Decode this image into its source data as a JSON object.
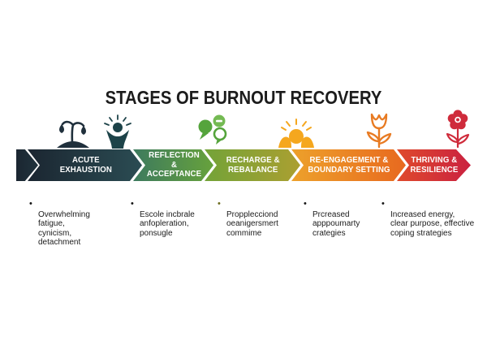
{
  "title": "STAGES OF BURNOUT RECOVERY",
  "stages": [
    {
      "label": [
        "ACUTE",
        "EXHAUSTION"
      ],
      "color_from": "#1b2631",
      "color_to": "#2b4c53",
      "bullet_lines": [
        "Overwhelming",
        "fatigue,",
        "cynicism,",
        "detachment"
      ],
      "bullet_marker_color": "#151515"
    },
    {
      "label": [
        "REFLECTION &",
        "ACCEPTANCE"
      ],
      "color_from": "#3d7a5e",
      "color_to": "#67a23c",
      "bullet_lines": [
        "Escole incbrale",
        "anfopleration,",
        "ponsugle"
      ],
      "bullet_marker_color": "#151515"
    },
    {
      "label": [
        "RECHARGE &",
        "REBALANCE"
      ],
      "color_from": "#73a338",
      "color_to": "#ab9f31",
      "bullet_lines": [
        "Propplecciond",
        "oeanigersmert",
        "commime"
      ],
      "bullet_marker_color": "#6c6c1e"
    },
    {
      "label": [
        "RE-ENGAGEMENT &",
        "BOUNDARY SETTING"
      ],
      "color_from": "#eda12b",
      "color_to": "#e8691f",
      "bullet_lines": [
        "Prcreased",
        "apppoumarty",
        "crategies"
      ],
      "bullet_marker_color": "#151515"
    },
    {
      "label": [
        "THRIVING &",
        "RESILIENCE"
      ],
      "color_from": "#df4a2c",
      "color_to": "#ca2140",
      "bullet_lines": [
        "Increased energy,",
        "clear purpose, effective",
        "coping strategies"
      ],
      "bullet_marker_color": "#151515"
    }
  ],
  "icons": [
    {
      "name": "wilted-plant-icon",
      "color": "#20303c"
    },
    {
      "name": "hands-lightbulb-icon",
      "color": "#1d4349"
    },
    {
      "name": "growth-bubbles-icon",
      "color": "#55a43c"
    },
    {
      "name": "sunrise-icon",
      "color": "#f5a71e"
    },
    {
      "name": "tulip-icon",
      "color": "#e87b23"
    },
    {
      "name": "bloom-flower-icon",
      "color": "#cf2b3b"
    }
  ],
  "band": {
    "lead_chevron_color": "#1b2631",
    "gap_color": "#ffffff"
  }
}
